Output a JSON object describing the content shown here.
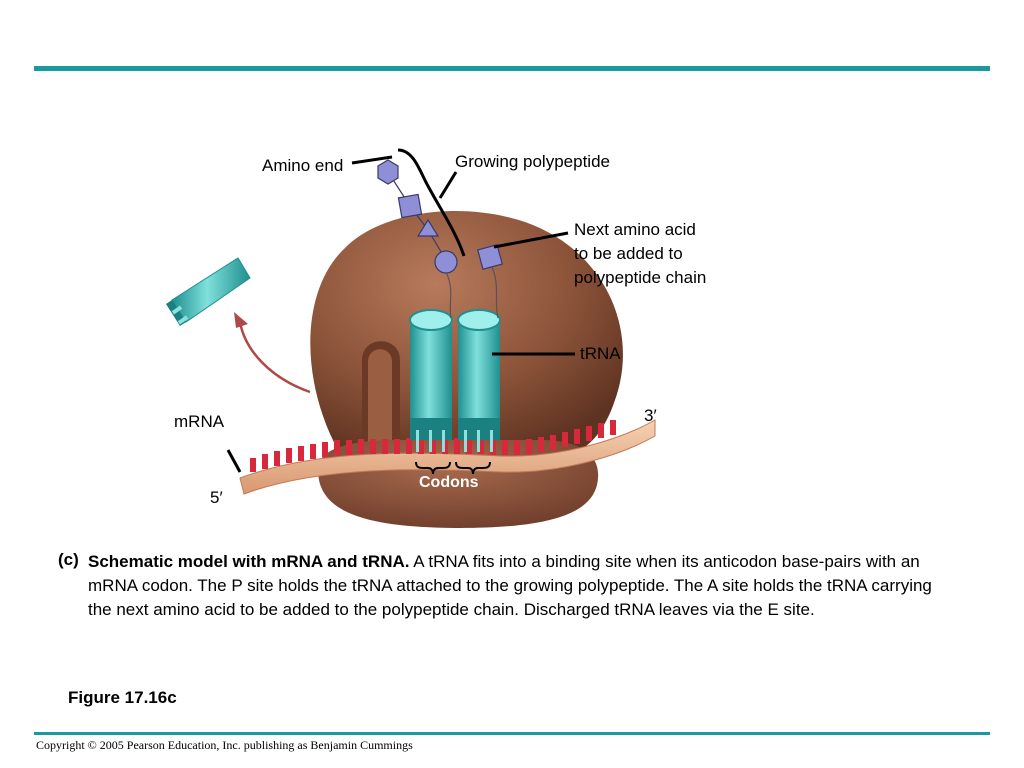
{
  "labels": {
    "amino_end": "Amino end",
    "growing_polypeptide": "Growing polypeptide",
    "next_amino_acid": "Next amino acid\nto be added to\npolypeptide chain",
    "trna": "tRNA",
    "mrna": "mRNA",
    "three_prime": "3′",
    "five_prime": "5′",
    "codons": "Codons"
  },
  "caption": {
    "tag": "(c)",
    "title": "Schematic model with mRNA and tRNA.",
    "text": " A tRNA fits into a binding site when its anticodon base-pairs with an mRNA codon. The P site holds the tRNA attached to the growing polypeptide. The A site holds the tRNA carrying the next amino acid to be added to the polypeptide chain. Discharged tRNA leaves via the E site."
  },
  "figure_label": "Figure 17.16c",
  "copyright": "Copyright © 2005 Pearson Education, Inc. publishing as Benjamin Cummings",
  "colors": {
    "accent_rule": "#1a9a9a",
    "ribosome": "#8a5238",
    "trna": "#3fbcbc",
    "mrna_strand": "#e8b090",
    "codon_teeth": "#d8283c",
    "amino_acid": "#8f8fd8"
  }
}
